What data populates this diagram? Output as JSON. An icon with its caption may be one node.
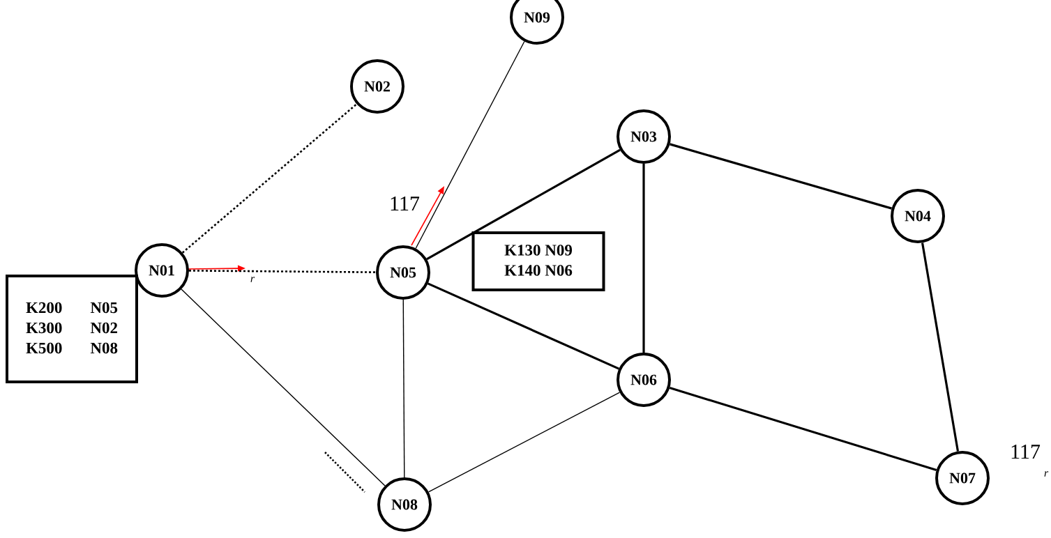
{
  "diagram": {
    "nodes": [
      {
        "text": [
          "N01"
        ]
      },
      {
        "text": [
          "N02"
        ]
      },
      {
        "text": [
          "N09"
        ]
      },
      {
        "text": [
          "N03"
        ]
      },
      {
        "text": [
          "N04"
        ]
      },
      {
        "text": [
          "N05"
        ]
      },
      {
        "text": [
          "K130 N09",
          "K140 N06"
        ]
      },
      {
        "text": [
          "K200",
          "N05",
          "K300",
          "N02",
          "K500",
          "N08"
        ]
      },
      {
        "text": [
          "N06"
        ]
      },
      {
        "text": [
          "N07"
        ]
      },
      {
        "text": [
          "N08"
        ]
      }
    ],
    "edges": [
      {
        "from": 0,
        "to": 1,
        "arrow": "none",
        "style": "dashed"
      },
      {
        "from": 0,
        "to": 5,
        "arrow": "none",
        "style": "dashed"
      },
      {
        "from": 0,
        "to": 10,
        "arrow": "none"
      },
      {
        "from": 5,
        "to": 2,
        "arrow": "none"
      },
      {
        "from": 5,
        "to": 3,
        "arrow": "none"
      },
      {
        "from": 5,
        "to": 8,
        "arrow": "none"
      },
      {
        "from": 5,
        "to": 10,
        "arrow": "none"
      },
      {
        "from": 3,
        "to": 8,
        "arrow": "none"
      },
      {
        "from": 3,
        "to": 4,
        "arrow": "none"
      },
      {
        "from": 4,
        "to": 9,
        "arrow": "none"
      },
      {
        "from": 8,
        "to": 9,
        "arrow": "none"
      },
      {
        "from": 8,
        "to": 10,
        "arrow": "none"
      }
    ],
    "labels": [
      "117",
      "r",
      "117",
      "r"
    ]
  }
}
